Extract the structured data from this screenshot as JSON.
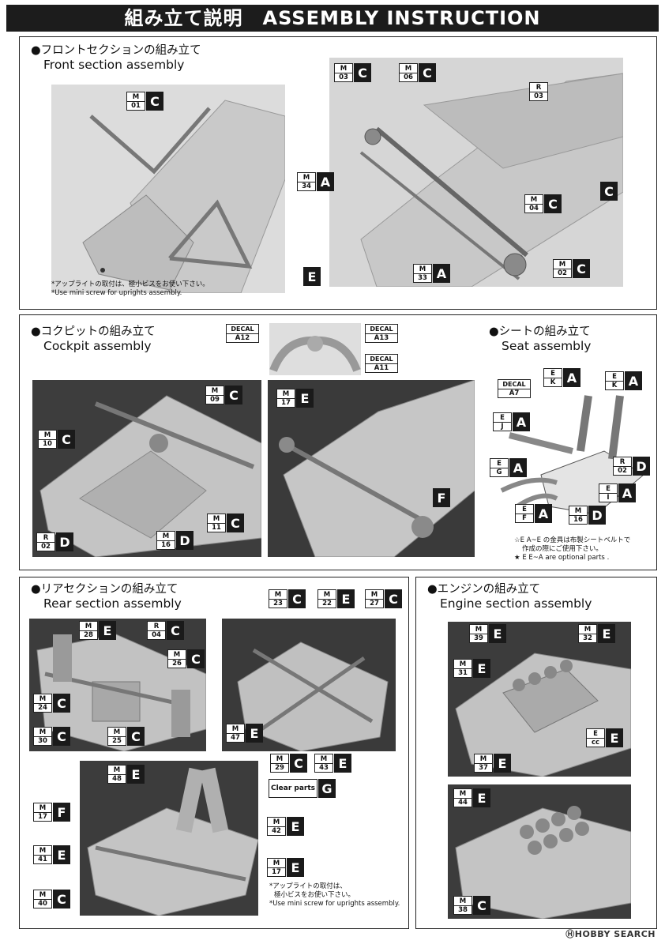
{
  "header": {
    "title": "組み立て説明　ASSEMBLY INSTRUCTION"
  },
  "sections": {
    "front": {
      "title_jp": "●フロントセクションの組み立て",
      "title_en": "Front section assembly",
      "note_jp": "*アップライトの取付は、極小ビスをお使い下さい。",
      "note_en": "*Use mini screw for uprights assembly.",
      "labels": [
        {
          "sub": "M",
          "num": "01",
          "letter": "C"
        },
        {
          "sub": "M",
          "num": "03",
          "letter": "C"
        },
        {
          "sub": "M",
          "num": "06",
          "letter": "C"
        },
        {
          "sub": "R",
          "num": "03",
          "letter": ""
        },
        {
          "sub": "M",
          "num": "34",
          "letter": "A"
        },
        {
          "sub": "M",
          "num": "04",
          "letter": "C"
        },
        {
          "sub": "",
          "num": "",
          "letter": "C"
        },
        {
          "sub": "M",
          "num": "02",
          "letter": "C"
        },
        {
          "sub": "M",
          "num": "33",
          "letter": "A"
        },
        {
          "sub": "",
          "num": "",
          "letter": "E"
        }
      ]
    },
    "cockpit": {
      "title_jp": "●コクピットの組み立て",
      "title_en": "Cockpit assembly",
      "labels": [
        {
          "sub": "DECAL",
          "num": "A12"
        },
        {
          "sub": "DECAL",
          "num": "A13"
        },
        {
          "sub": "DECAL",
          "num": "A11"
        },
        {
          "sub": "M",
          "num": "09",
          "letter": "C"
        },
        {
          "sub": "M",
          "num": "10",
          "letter": "C"
        },
        {
          "sub": "M",
          "num": "11",
          "letter": "C"
        },
        {
          "sub": "R",
          "num": "02",
          "letter": "D"
        },
        {
          "sub": "M",
          "num": "16",
          "letter": "D"
        },
        {
          "sub": "M",
          "num": "17",
          "letter": "E"
        },
        {
          "sub": "",
          "num": "",
          "letter": "F"
        }
      ]
    },
    "seat": {
      "title_jp": "●シートの組み立て",
      "title_en": "Seat assembly",
      "note_jp1": "☆E A~E の金具は布製シートベルトで",
      "note_jp2": "作成の際にご使用下さい。",
      "note_en": "★ E E~A are optional parts .",
      "labels": [
        {
          "sub": "E",
          "num": "K",
          "letter": "A"
        },
        {
          "sub": "E",
          "num": "K",
          "letter": "A"
        },
        {
          "sub": "DECAL",
          "num": "A7"
        },
        {
          "sub": "E",
          "num": "J",
          "letter": "A"
        },
        {
          "sub": "R",
          "num": "02",
          "letter": "D"
        },
        {
          "sub": "E",
          "num": "G",
          "letter": "A"
        },
        {
          "sub": "E",
          "num": "I",
          "letter": "A"
        },
        {
          "sub": "E",
          "num": "F",
          "letter": "A"
        },
        {
          "sub": "M",
          "num": "16",
          "letter": "D"
        }
      ]
    },
    "rear": {
      "title_jp": "●リアセクションの組み立て",
      "title_en": "Rear section assembly",
      "note_jp1": "*アップライトの取付は、",
      "note_jp2": "極小ビスをお使い下さい。",
      "note_en": "*Use mini screw for uprights assembly.",
      "clear_parts": "Clear parts",
      "labels": [
        {
          "sub": "M",
          "num": "28",
          "letter": "E"
        },
        {
          "sub": "R",
          "num": "04",
          "letter": "C"
        },
        {
          "sub": "M",
          "num": "26",
          "letter": "C"
        },
        {
          "sub": "M",
          "num": "24",
          "letter": "C"
        },
        {
          "sub": "M",
          "num": "30",
          "letter": "C"
        },
        {
          "sub": "M",
          "num": "25",
          "letter": "C"
        },
        {
          "sub": "M",
          "num": "23",
          "letter": "C"
        },
        {
          "sub": "M",
          "num": "22",
          "letter": "E"
        },
        {
          "sub": "M",
          "num": "27",
          "letter": "C"
        },
        {
          "sub": "M",
          "num": "47",
          "letter": "E"
        },
        {
          "sub": "M",
          "num": "29",
          "letter": "C"
        },
        {
          "sub": "M",
          "num": "43",
          "letter": "E"
        },
        {
          "sub": "",
          "num": "",
          "letter": "G"
        },
        {
          "sub": "M",
          "num": "48",
          "letter": "E"
        },
        {
          "sub": "M",
          "num": "17",
          "letter": "F"
        },
        {
          "sub": "M",
          "num": "42",
          "letter": "E"
        },
        {
          "sub": "M",
          "num": "41",
          "letter": "E"
        },
        {
          "sub": "M",
          "num": "17",
          "letter": "E"
        },
        {
          "sub": "M",
          "num": "40",
          "letter": "C"
        }
      ]
    },
    "engine": {
      "title_jp": "●エンジンの組み立て",
      "title_en": "Engine section assembly",
      "labels": [
        {
          "sub": "M",
          "num": "39",
          "letter": "E"
        },
        {
          "sub": "M",
          "num": "32",
          "letter": "E"
        },
        {
          "sub": "M",
          "num": "31",
          "letter": "E"
        },
        {
          "sub": "E",
          "num": "cc",
          "letter": "E"
        },
        {
          "sub": "M",
          "num": "37",
          "letter": "E"
        },
        {
          "sub": "M",
          "num": "44",
          "letter": "E"
        },
        {
          "sub": "M",
          "num": "38",
          "letter": "C"
        }
      ]
    }
  },
  "footer": {
    "watermark": "ⒽHOBBY SEARCH"
  }
}
